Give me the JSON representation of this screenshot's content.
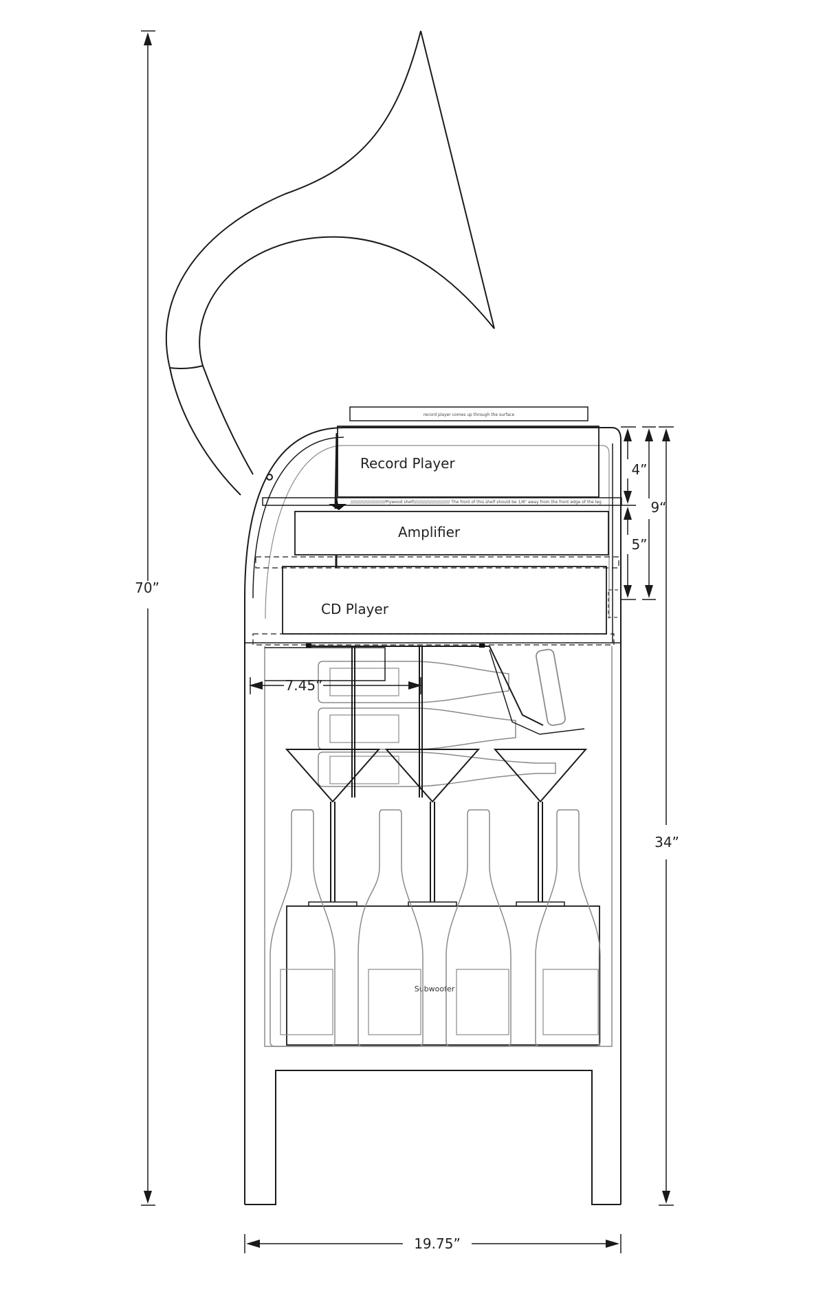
{
  "labels": {
    "record_player": "Record Player",
    "amplifier": "Amplifier",
    "cd_player": "CD Player",
    "subwoofer": "Subwoofer",
    "top_note": "record player comes up through the surface",
    "shelf_note": "/////////////////////////Plywood shelf////////////////////////// The front of this shelf should be 1/8\" away from the front edge of the leg"
  },
  "dimensions": {
    "total_height": "70”",
    "cabinet_height": "34”",
    "width": "19.75”",
    "record_section": "4”",
    "amp_section": "5”",
    "combined": "9“",
    "offset": "7.45”"
  },
  "colors": {
    "line": "#1a1a1a",
    "faint": "#8a8a8a"
  }
}
